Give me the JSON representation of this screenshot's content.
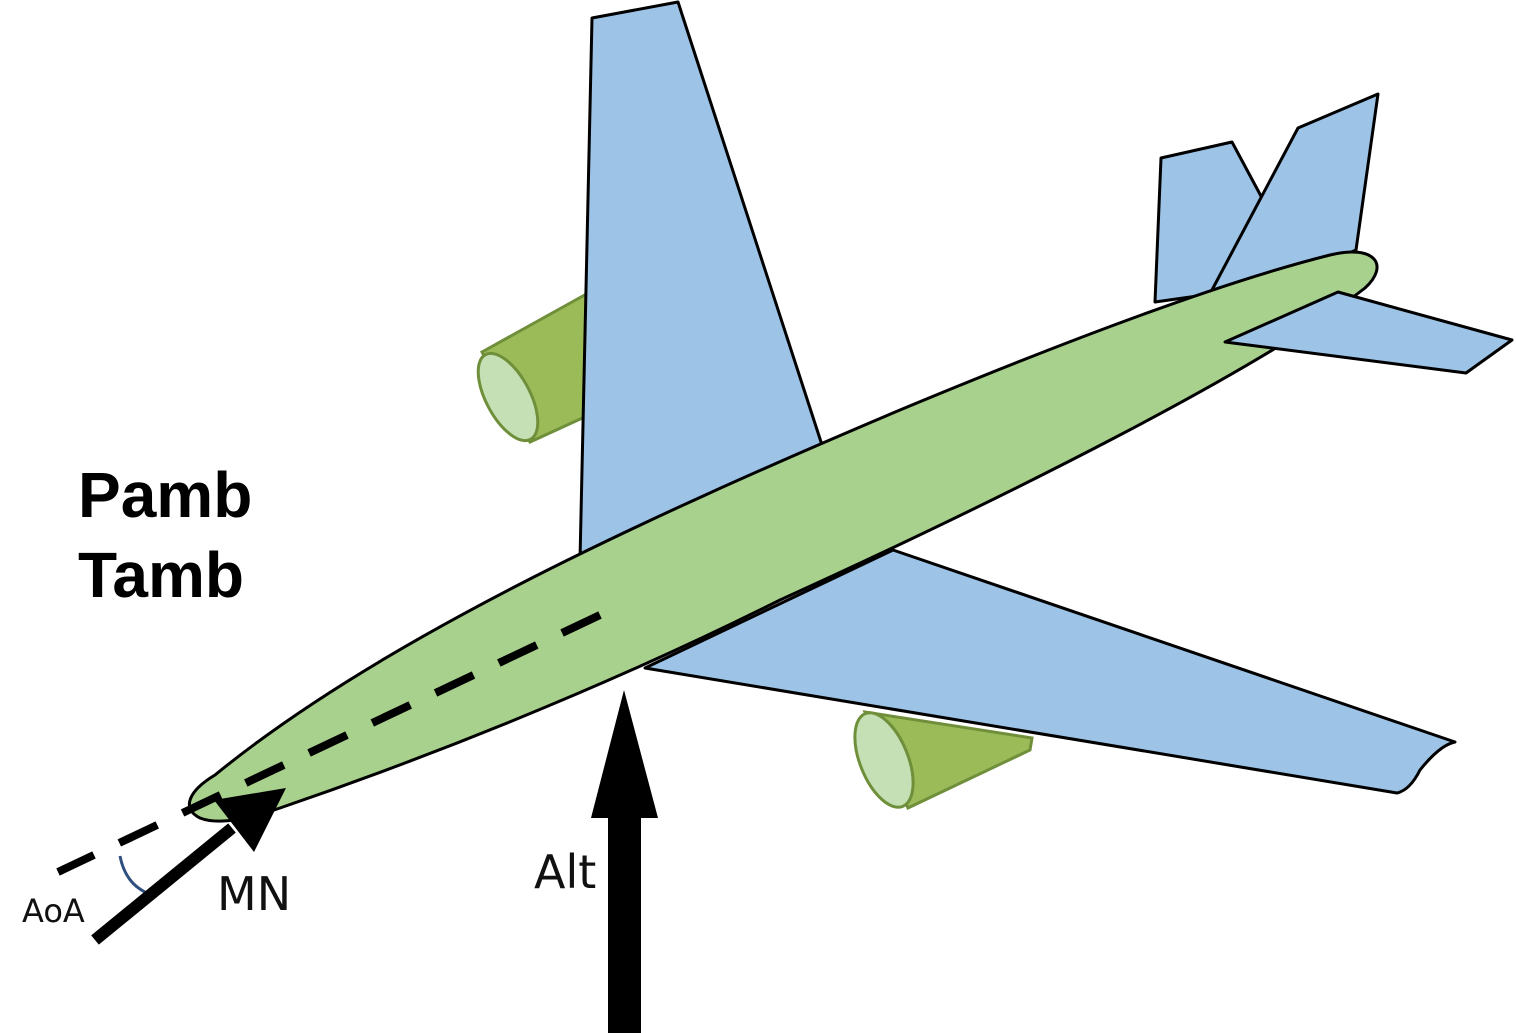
{
  "labels": {
    "pamb": "Pamb",
    "tamb": "Tamb",
    "aoa": "AoA",
    "mn": "MN",
    "alt": "Alt"
  },
  "colors": {
    "wing": "#9dc3e6",
    "fuselage": "#a9d18e",
    "engine": "#9bbb59",
    "engine_inlet": "#c5e0b4",
    "outline": "#000000",
    "angle_arc": "#2f4f7f"
  }
}
